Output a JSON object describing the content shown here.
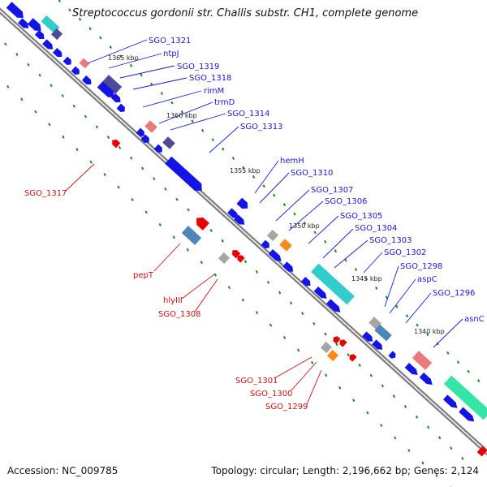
{
  "map": {
    "title": "Streptococcus gordonii str. Challis substr. CH1, complete genome",
    "accession_label": "Accession: NC_009785",
    "genome_info": "Topology: circular; Length: 2,196,662 bp; Genes: 2,124"
  },
  "colors": {
    "backbone": "#808080",
    "forward_gene": "#1414e6",
    "reverse_gene": "#e60000",
    "forward_label": "#1a1ad6",
    "reverse_label": "#cc1111",
    "tick": "#1a8a1a",
    "feature_cyan": "#33cccc",
    "feature_purple": "#4d4a99",
    "feature_pink": "#e87a7a",
    "feature_orange": "#f78c1a",
    "feature_teal": "#33e6a5",
    "feature_steelblue": "#4d86b8",
    "feature_gray": "#a6a6a6"
  },
  "kbp_labels": [
    "1365 kbp",
    "1360 kbp",
    "1355 kbp",
    "1350 kbp",
    "1345 kbp",
    "1340 kbp"
  ],
  "forward_labels": [
    "SGO_1321",
    "ntpJ",
    "SGO_1319",
    "SGO_1318",
    "rimM",
    "trmD",
    "SGO_1314",
    "SGO_1313",
    "hemH",
    "SGO_1310",
    "SGO_1307",
    "SGO_1306",
    "SGO_1305",
    "SGO_1304",
    "SGO_1303",
    "SGO_1302",
    "SGO_1298",
    "aspC",
    "SGO_1296",
    "asnC"
  ],
  "reverse_labels": [
    "SGO_1317",
    "pepT",
    "hlyIII",
    "SGO_1308",
    "SGO_1301",
    "SGO_1300",
    "SGO_1299"
  ]
}
